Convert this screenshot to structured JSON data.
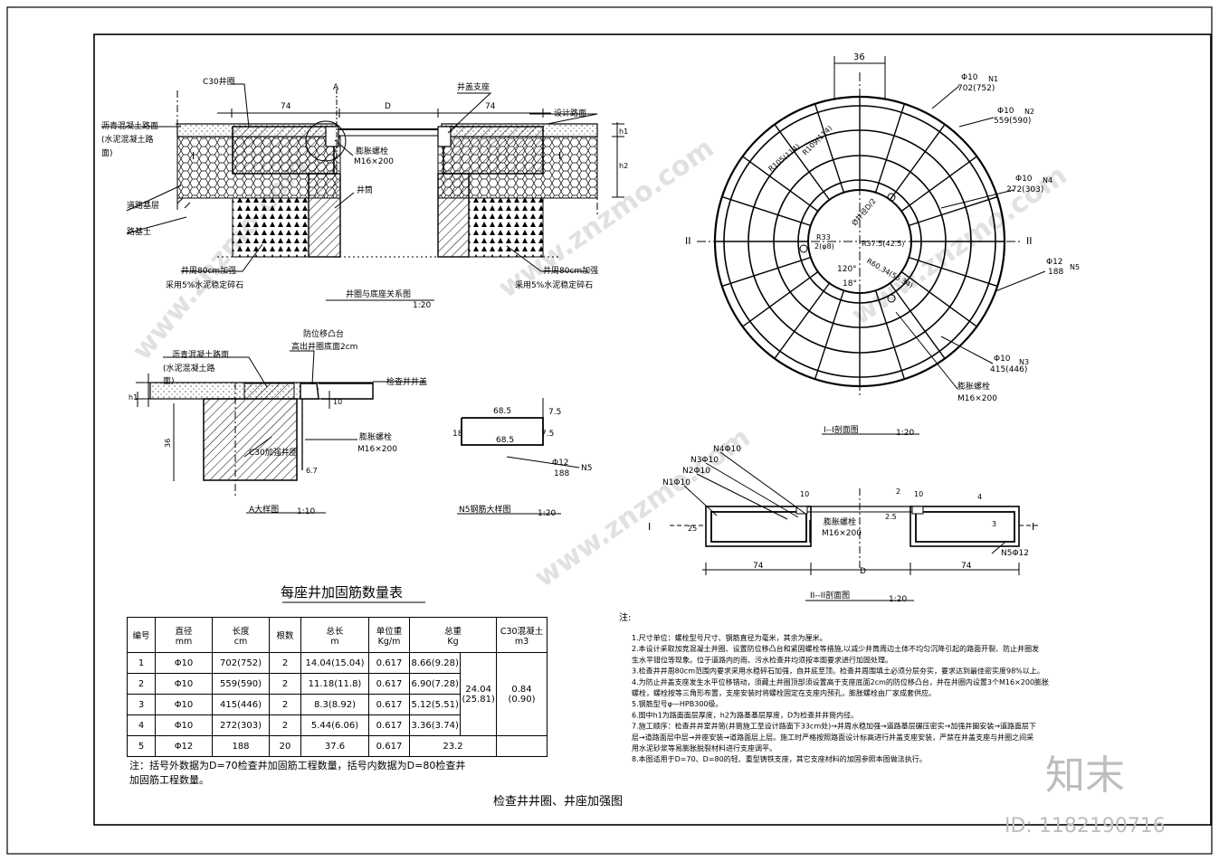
{
  "drawing": {
    "main_title": "检查井井圈、井座加强图",
    "table_title": "每座井加固筋数量表"
  },
  "section_top": {
    "caption": "井圈与底座关系图",
    "scale": "1:20",
    "labels": {
      "c30_ring": "C30井圈",
      "asphalt_1": "沥青混凝土路面",
      "asphalt_2": "(水泥混凝土路",
      "asphalt_3": "面)",
      "road_base": "道路基层",
      "subgrade": "路基土",
      "cover_seat": "井盖支座",
      "design_surface": "设计路面",
      "bolt_1": "膨胀螺栓",
      "bolt_2": "M16×200",
      "shaft": "井筒",
      "reinforce_l_1": "井周80cm加强",
      "reinforce_l_2": "采用5%水泥稳定碎石",
      "reinforce_r_1": "井周80cm加强",
      "reinforce_r_2": "采用5%水泥稳定碎石",
      "dim_74_l": "74",
      "dim_d": "D",
      "dim_74_r": "74",
      "mark_a": "A",
      "mark_i_l": "I",
      "mark_i_r": "I",
      "h1": "h1",
      "h2": "h2"
    }
  },
  "detail_a": {
    "caption": "A大样图",
    "scale": "1:10",
    "labels": {
      "anti_shift_1": "防位移凸台",
      "anti_shift_2": "高出井圈底面2cm",
      "asphalt_1": "沥青混凝土路面",
      "asphalt_2": "(水泥混凝土路",
      "asphalt_3": "面)",
      "cover": "检查井井盖",
      "bolt_1": "膨胀螺栓",
      "bolt_2": "M16×200",
      "c30": "C30加强井圈",
      "dim_36": "36",
      "dim_10": "10",
      "dim_6": "6.7",
      "h1": "h1"
    }
  },
  "detail_n5": {
    "caption": "N5钢筋大样图",
    "scale": "1:20",
    "dim_top": "68.5",
    "dim_bottom": "68.5",
    "dim_left": "18",
    "dim_right": "7.5",
    "dim_right2": "7.5",
    "label_1": "Φ12",
    "label_2": "188",
    "label_3": "N5"
  },
  "section_plan": {
    "caption": "I--I剖面图",
    "scale": "1:20",
    "dim_36": "36",
    "mark_l": "II",
    "mark_r": "II",
    "angle_120": "120°",
    "angle_18": "18°",
    "center_labels": [
      "R109(114)",
      "R105(114)",
      "Ø井径D/2",
      "R33",
      "2(φ8)",
      "R37.5(42.5)",
      "R60.34(55.34)"
    ],
    "callouts": [
      {
        "l1": "Φ10",
        "l2": "702(752)",
        "tag": "N1"
      },
      {
        "l1": "Φ10",
        "l2": "559(590)",
        "tag": "N2"
      },
      {
        "l1": "Φ10",
        "l2": "272(303)",
        "tag": "N4"
      },
      {
        "l1": "Φ12",
        "l2": "188",
        "tag": "N5"
      },
      {
        "l1": "Φ10",
        "l2": "415(446)",
        "tag": "N3"
      },
      {
        "l1": "膨胀螺栓",
        "l2": "M16×200",
        "tag": ""
      }
    ]
  },
  "section_ii": {
    "caption": "II--II剖面图",
    "scale": "1:20",
    "n4": "N4Φ10",
    "n3": "N3Φ10",
    "n2": "N2Φ10",
    "n1": "N1Φ10",
    "n5": "N5Φ12",
    "bolt_1": "膨胀螺栓",
    "bolt_2": "M16×200",
    "dim_74_l": "74",
    "dim_d": "D",
    "dim_74_r": "74",
    "dim_10": "10",
    "dim_10b": "10",
    "dim_25": "2.5",
    "dim_3": "3",
    "dim_2": "2",
    "dim_4": "4",
    "dim_left": "25",
    "mark_l": "I",
    "mark_r": "I"
  },
  "table": {
    "headers": [
      "编号",
      "直径\nmm",
      "长度\ncm",
      "根数",
      "总长\nm",
      "单位重\nKg/m",
      "总重\nKg",
      "C30混凝土\nm3"
    ],
    "rows": [
      [
        "1",
        "Φ10",
        "702(752)",
        "2",
        "14.04(15.04)",
        "0.617",
        "8.66(9.28)"
      ],
      [
        "2",
        "Φ10",
        "559(590)",
        "2",
        "11.18(11.8)",
        "0.617",
        "6.90(7.28)"
      ],
      [
        "3",
        "Φ10",
        "415(446)",
        "2",
        "8.3(8.92)",
        "0.617",
        "5.12(5.51)"
      ],
      [
        "4",
        "Φ10",
        "272(303)",
        "2",
        "5.44(6.06)",
        "0.617",
        "3.36(3.74)"
      ],
      [
        "5",
        "Φ12",
        "188",
        "20",
        "37.6",
        "0.617",
        "23.2"
      ]
    ],
    "merged_total_1": "24.04",
    "merged_total_2": "(25.81)",
    "concrete_1": "0.84",
    "concrete_2": "(0.90)",
    "footnote_1": "注：括号外数据为D=70检查井加固筋工程数量，括号内数据为D=80检查井",
    "footnote_2": "加固筋工程数量。"
  },
  "notes": {
    "title": "注:",
    "lines": [
      "1.尺寸单位：螺栓型号尺寸、钢筋直径为毫米，其余为厘米。",
      "2.本设计采取加竞混凝土井圈、设置防位移凸台和紧固螺栓等措施,以减少井筒周边土体不均匀沉降引起的路面开裂、防止井圈发",
      "  生水平错位等现象。位于道路内的雨、污水检查井均须按本图要求进行加固处理。",
      "3.检查井井周80cm范围内要求采用水稳碎石加强，自井底至顶。检查井周围填土必须分层夯实，要求达到最佳密实度98%以上。",
      "4.为防止井盖支座发生水平位移错动，须藏土井圈顶部须设置高于支座底面2cm的防位移凸台，并在井圈内设置3个M16×200膨胀",
      "  螺栓，螺栓按等三角形布置，支座安装时将螺栓固定在支座内预孔，膨胀螺栓由厂家成套供应。",
      "5.钢筋型号φ—HPB300级。",
      "6.图中h1为路面面层厚度，h2为路基基层厚度，D为检查井井筒内径。",
      "7.施工顺序：检查井井室井筒(井筒施工至设计路面下33cm处)→井周水稳加强→道路基层碾压密实→加强井圈安装→道路面层下",
      "  层→道路面层中层→井座安装→道路面层上层。施工时严格按照路面设计标高进行井盖支座安装，严禁在井盖支座与井圈之间采",
      "  用水泥砂浆等易膨胀脱裂材料进行支座调平。",
      "8.本图适用于D=70、D=80的轻、重型铸铁支座，其它支座材料的加固参照本图做法执行。"
    ]
  },
  "branding": {
    "logo": "知末",
    "id": "ID: 1182190716",
    "watermark": "www.znzmo.com"
  }
}
